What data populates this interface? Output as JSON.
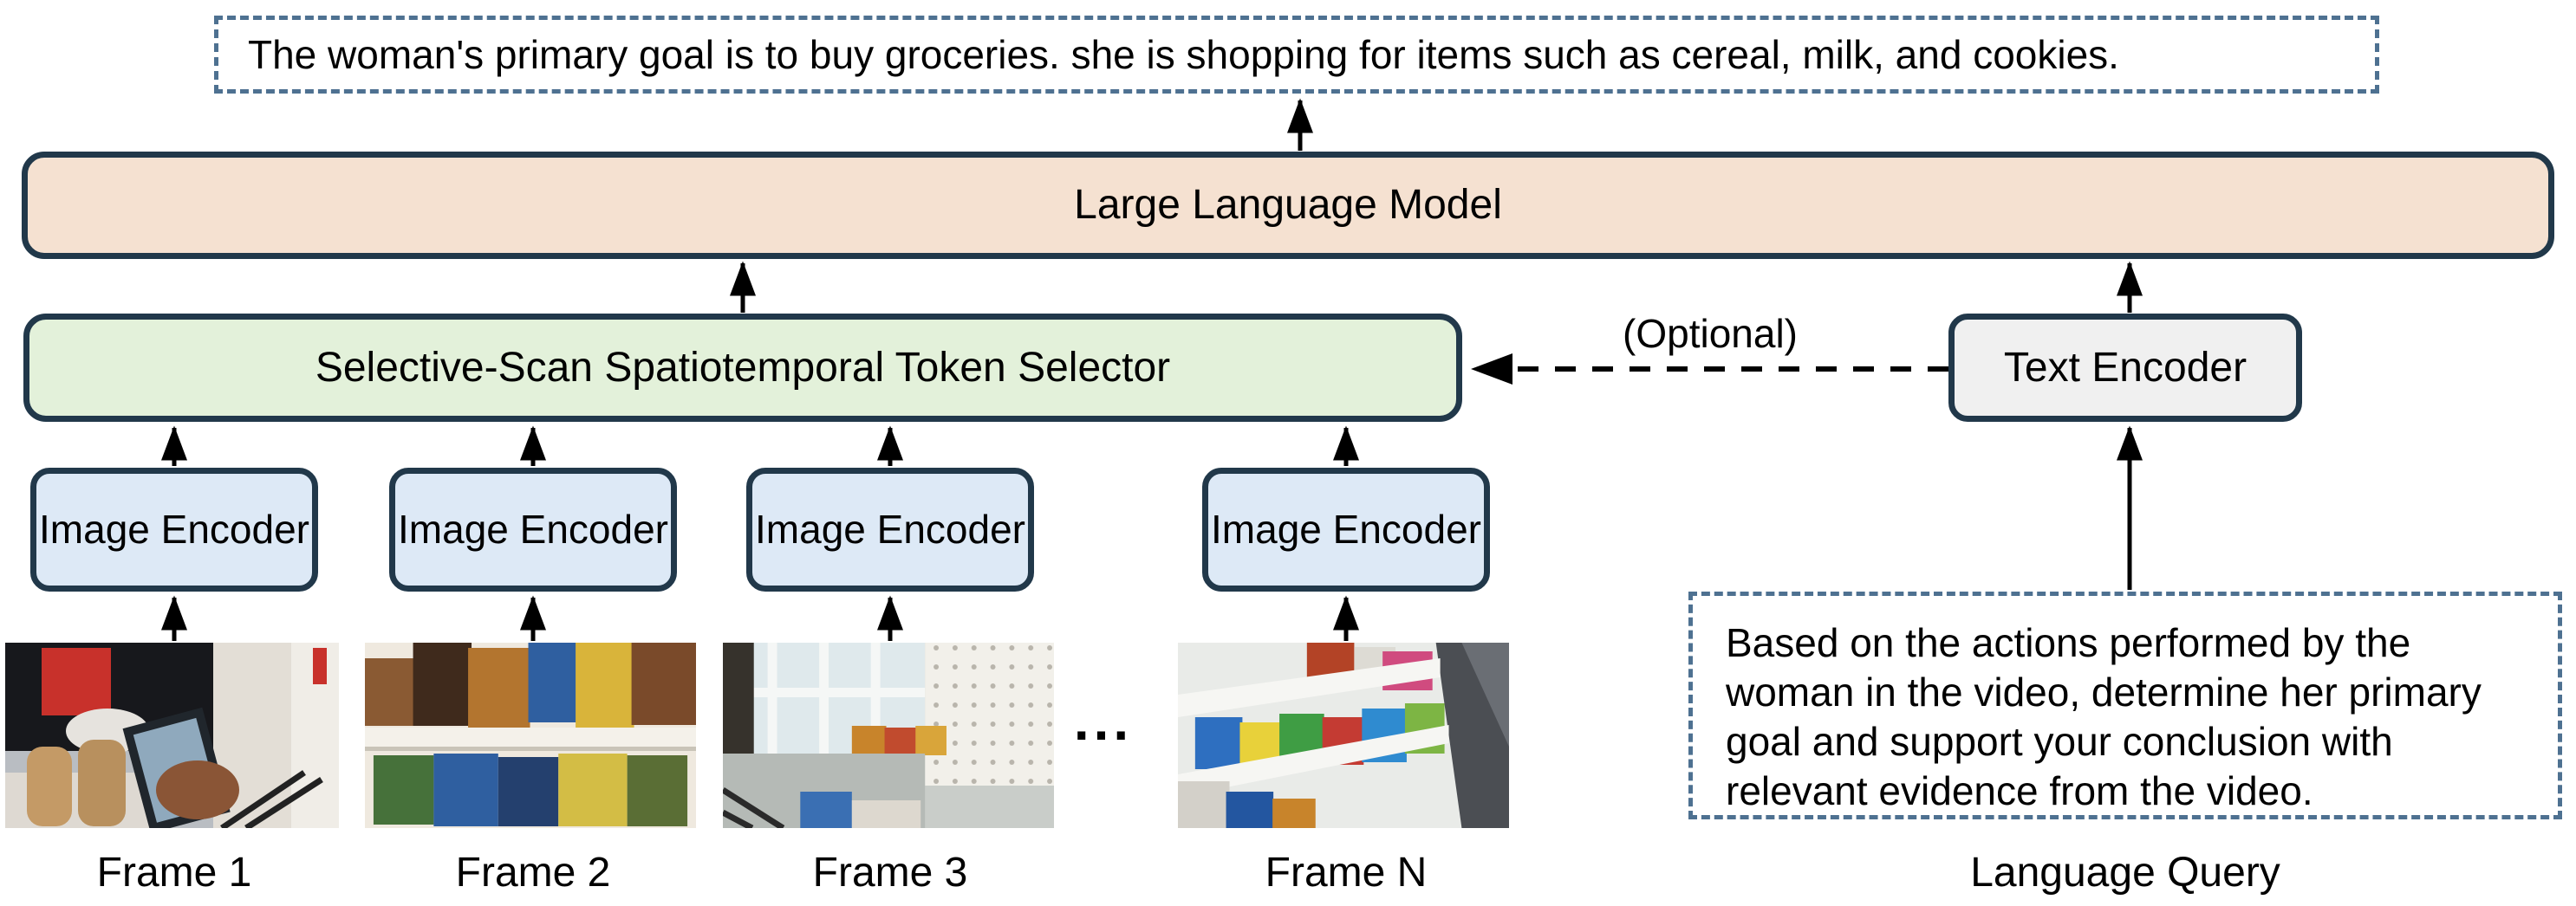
{
  "figure": {
    "output_text": "The woman's primary goal is to buy groceries. she is shopping for items such as cereal, milk, and cookies.",
    "llm_label": "Large Language Model",
    "selector_label": "Selective-Scan Spatiotemporal Token Selector",
    "text_encoder_label": "Text Encoder",
    "optional_label": "(Optional)",
    "image_encoder_label": "Image Encoder",
    "ellipsis": "...",
    "query_text": "Based on the actions performed by the woman in the video, determine her primary goal and support your conclusion with relevant evidence from the video.",
    "query_label": "Language Query",
    "frames": [
      {
        "label": "Frame 1"
      },
      {
        "label": "Frame 2"
      },
      {
        "label": "Frame 3"
      },
      {
        "label": "Frame N"
      }
    ],
    "colors": {
      "box_border": "#21384a",
      "llm_fill": "#f5e1d1",
      "selector_fill": "#e3f1da",
      "image_encoder_fill": "#dde9f6",
      "text_encoder_fill": "#f0f0f0",
      "dashed_blue": "#4e7191",
      "arrow_black": "#000000"
    }
  }
}
